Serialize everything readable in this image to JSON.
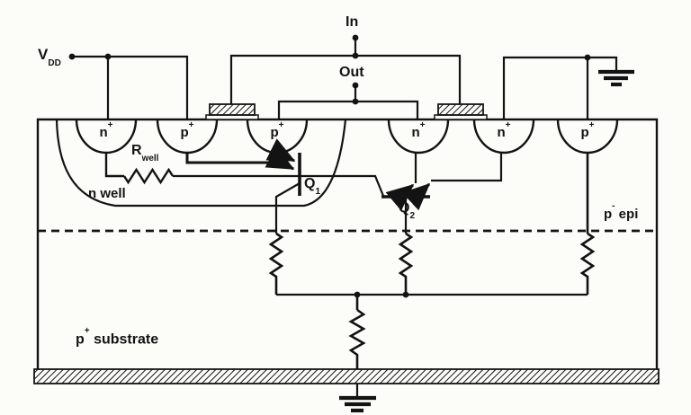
{
  "labels": {
    "vdd": {
      "base": "V",
      "sub": "DD"
    },
    "in": "In",
    "out": "Out",
    "rwell": {
      "base": "R",
      "sub": "well"
    },
    "nwell": "n well",
    "q1": {
      "base": "Q",
      "sub": "1"
    },
    "q2": {
      "base": "Q",
      "sub": "2"
    },
    "pepi": {
      "base": "p",
      "sup": "-",
      "rest": " epi"
    },
    "psubstrate": {
      "base": "p",
      "sup": "+",
      "rest": " substrate"
    }
  },
  "diffusions": [
    {
      "base": "n",
      "sup": "+"
    },
    {
      "base": "p",
      "sup": "+"
    },
    {
      "base": "p",
      "sup": "+"
    },
    {
      "base": "n",
      "sup": "+"
    },
    {
      "base": "n",
      "sup": "+"
    },
    {
      "base": "p",
      "sup": "+"
    }
  ],
  "colors": {
    "ink": "#131313",
    "paper": "#fcfcf9"
  }
}
